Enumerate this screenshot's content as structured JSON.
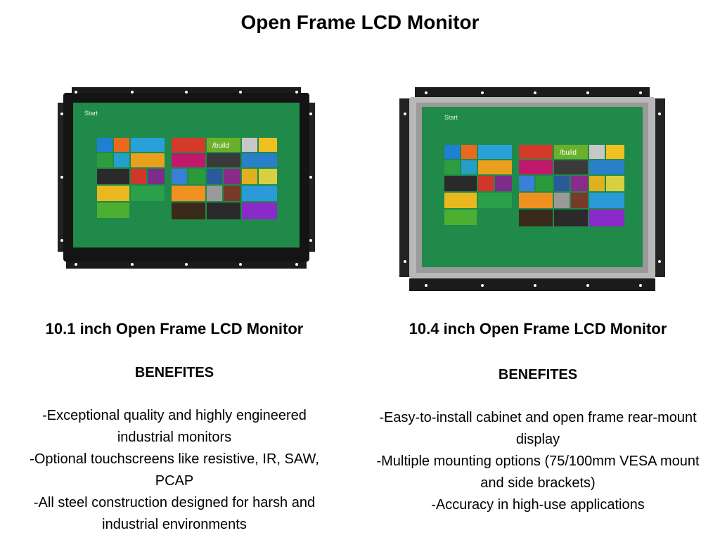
{
  "title": "Open Frame LCD Monitor",
  "products": [
    {
      "heading": "10.1 inch Open Frame LCD Monitor",
      "benefits_label": "BENEFITES",
      "benefits": [
        "-Exceptional quality and highly engineered industrial monitors",
        "-Optional touchscreens like resistive, IR, SAW, PCAP",
        "-All steel construction designed for harsh and industrial environments"
      ]
    },
    {
      "heading": "10.4 inch Open Frame LCD Monitor",
      "benefits_label": "BENEFITES",
      "benefits": [
        "-Easy-to-install cabinet and open frame rear-mount display",
        "-Multiple mounting options (75/100mm VESA mount and side brackets)",
        "-Accuracy in high-use applications"
      ]
    }
  ],
  "screen_tiles": {
    "start_label": "Start",
    "build_label": "/build"
  },
  "colors": {
    "screen_green": "#1f8a4a",
    "frame_black": "#1a1a1a",
    "bezel_silver": "#b8b8b8"
  }
}
